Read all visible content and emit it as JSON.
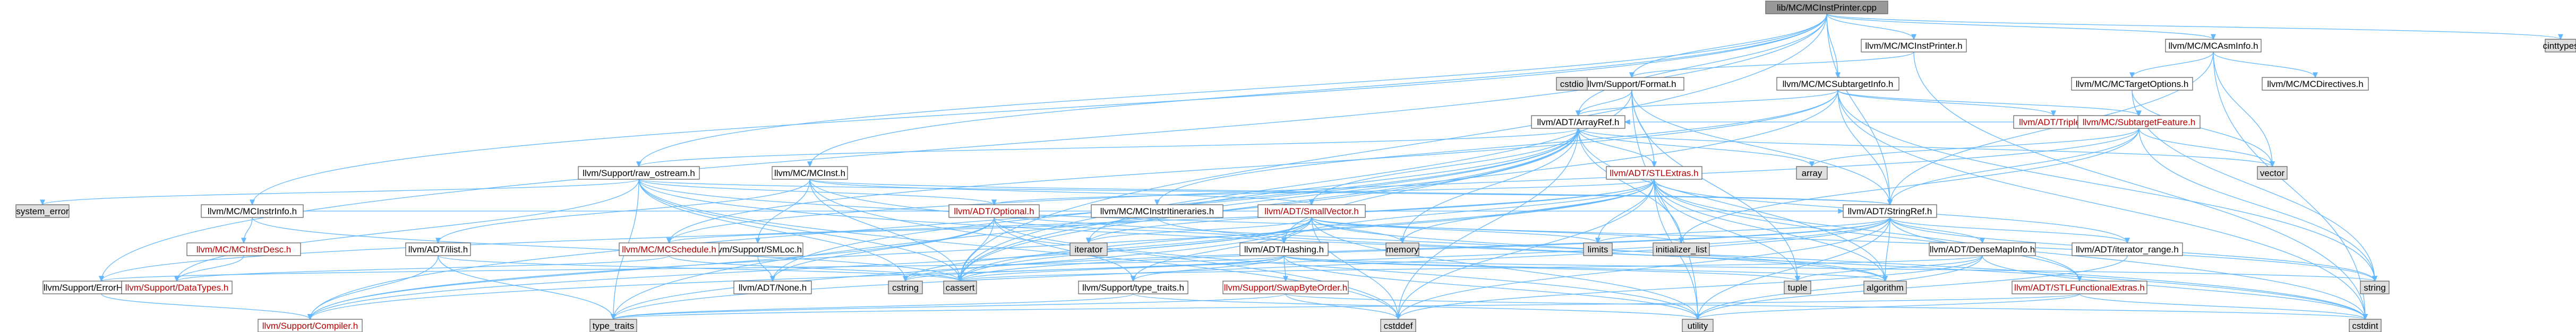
{
  "graph": {
    "colors": {
      "root_fill": "#999999",
      "red_text": "#b40000",
      "normal_fill": "#ffffff",
      "ext_fill": "#e0e0e0",
      "node_border": "#666666",
      "edge": "#63b8ff",
      "text": "#000000"
    },
    "nodes": [
      {
        "id": "root",
        "label": "lib/MC/MCInstPrinter.cpp",
        "kind": "root"
      },
      {
        "id": "cinttypes",
        "label": "cinttypes",
        "kind": "ext"
      },
      {
        "id": "mcinstprinter",
        "label": "llvm/MC/MCInstPrinter.h",
        "kind": "normal"
      },
      {
        "id": "mcasminfo",
        "label": "llvm/MC/MCAsmInfo.h",
        "kind": "normal"
      },
      {
        "id": "mcsubtargetinfo",
        "label": "llvm/MC/MCSubtargetInfo.h",
        "kind": "normal"
      },
      {
        "id": "format",
        "label": "llvm/Support/Format.h",
        "kind": "normal"
      },
      {
        "id": "mctargetoptions",
        "label": "llvm/MC/MCTargetOptions.h",
        "kind": "normal"
      },
      {
        "id": "mcdirectives",
        "label": "llvm/MC/MCDirectives.h",
        "kind": "normal"
      },
      {
        "id": "arrayref",
        "label": "llvm/ADT/ArrayRef.h",
        "kind": "normal"
      },
      {
        "id": "triple",
        "label": "llvm/ADT/Triple.h",
        "kind": "red"
      },
      {
        "id": "subtargetfeature",
        "label": "llvm/MC/SubtargetFeature.h",
        "kind": "red"
      },
      {
        "id": "cstdio",
        "label": "cstdio",
        "kind": "ext"
      },
      {
        "id": "mcinst",
        "label": "llvm/MC/MCInst.h",
        "kind": "normal"
      },
      {
        "id": "stlextras",
        "label": "llvm/ADT/STLExtras.h",
        "kind": "red"
      },
      {
        "id": "array",
        "label": "array",
        "kind": "ext"
      },
      {
        "id": "vector",
        "label": "vector",
        "kind": "ext"
      },
      {
        "id": "raw_ostream",
        "label": "llvm/Support/raw_ostream.h",
        "kind": "normal"
      },
      {
        "id": "system_error",
        "label": "system_error",
        "kind": "ext"
      },
      {
        "id": "mcinstrinfo",
        "label": "llvm/MC/MCInstrInfo.h",
        "kind": "normal"
      },
      {
        "id": "optional",
        "label": "llvm/ADT/Optional.h",
        "kind": "red"
      },
      {
        "id": "mcinstrdesc",
        "label": "llvm/MC/MCInstrDesc.h",
        "kind": "red"
      },
      {
        "id": "ilist",
        "label": "llvm/ADT/ilist.h",
        "kind": "normal"
      },
      {
        "id": "smloc",
        "label": "llvm/Support/SMLoc.h",
        "kind": "normal"
      },
      {
        "id": "mcinstritineraries",
        "label": "llvm/MC/MCInstrItineraries.h",
        "kind": "normal"
      },
      {
        "id": "smallvector",
        "label": "llvm/ADT/SmallVector.h",
        "kind": "red"
      },
      {
        "id": "stringref",
        "label": "llvm/ADT/StringRef.h",
        "kind": "normal"
      },
      {
        "id": "mcschedule",
        "label": "llvm/MC/MCSchedule.h",
        "kind": "red"
      },
      {
        "id": "none",
        "label": "llvm/ADT/None.h",
        "kind": "normal"
      },
      {
        "id": "iterator",
        "label": "iterator",
        "kind": "ext"
      },
      {
        "id": "hashing",
        "label": "llvm/ADT/Hashing.h",
        "kind": "normal"
      },
      {
        "id": "memory",
        "label": "memory",
        "kind": "ext"
      },
      {
        "id": "limits",
        "label": "limits",
        "kind": "ext"
      },
      {
        "id": "initializer_list",
        "label": "initializer_list",
        "kind": "ext"
      },
      {
        "id": "densemapinfo",
        "label": "llvm/ADT/DenseMapInfo.h",
        "kind": "normal"
      },
      {
        "id": "iterator_range",
        "label": "llvm/ADT/iterator_range.h",
        "kind": "normal"
      },
      {
        "id": "errorhandling",
        "label": "llvm/Support/ErrorHandling.h",
        "kind": "normal"
      },
      {
        "id": "datatypes",
        "label": "llvm/Support/DataTypes.h",
        "kind": "red"
      },
      {
        "id": "cstring",
        "label": "cstring",
        "kind": "ext"
      },
      {
        "id": "cassert",
        "label": "cassert",
        "kind": "ext"
      },
      {
        "id": "type_traits_llvm",
        "label": "llvm/Support/type_traits.h",
        "kind": "normal"
      },
      {
        "id": "swapbyteorder",
        "label": "llvm/Support/SwapByteOrder.h",
        "kind": "red"
      },
      {
        "id": "tuple",
        "label": "tuple",
        "kind": "ext"
      },
      {
        "id": "algorithm",
        "label": "algorithm",
        "kind": "ext"
      },
      {
        "id": "stlfunctionalextras",
        "label": "llvm/ADT/STLFunctionalExtras.h",
        "kind": "red"
      },
      {
        "id": "string",
        "label": "string",
        "kind": "ext"
      },
      {
        "id": "compiler",
        "label": "llvm/Support/Compiler.h",
        "kind": "red"
      },
      {
        "id": "type_traits",
        "label": "type_traits",
        "kind": "ext"
      },
      {
        "id": "cstddef",
        "label": "cstddef",
        "kind": "ext"
      },
      {
        "id": "utility",
        "label": "utility",
        "kind": "ext"
      },
      {
        "id": "cstdint",
        "label": "cstdint",
        "kind": "ext"
      }
    ],
    "edges": [
      [
        "root",
        "cinttypes"
      ],
      [
        "root",
        "mcinstprinter"
      ],
      [
        "root",
        "mcasminfo"
      ],
      [
        "root",
        "mcsubtargetinfo"
      ],
      [
        "root",
        "format"
      ],
      [
        "root",
        "arrayref"
      ],
      [
        "root",
        "stringref"
      ],
      [
        "root",
        "mcinst"
      ],
      [
        "root",
        "mcinstrinfo"
      ],
      [
        "root",
        "raw_ostream"
      ],
      [
        "root",
        "errorhandling"
      ],
      [
        "root",
        "cassert"
      ],
      [
        "mcinstprinter",
        "format"
      ],
      [
        "mcinstprinter",
        "cstdint"
      ],
      [
        "mcasminfo",
        "mctargetoptions"
      ],
      [
        "mcasminfo",
        "mcdirectives"
      ],
      [
        "mcasminfo",
        "vector"
      ],
      [
        "mcasminfo",
        "stringref"
      ],
      [
        "mcasminfo",
        "cstdint"
      ],
      [
        "mcsubtargetinfo",
        "arrayref"
      ],
      [
        "mcsubtargetinfo",
        "stringref"
      ],
      [
        "mcsubtargetinfo",
        "triple"
      ],
      [
        "mcsubtargetinfo",
        "subtargetfeature"
      ],
      [
        "mcsubtargetinfo",
        "mcinstritineraries"
      ],
      [
        "mcsubtargetinfo",
        "mcschedule"
      ],
      [
        "mcsubtargetinfo",
        "cassert"
      ],
      [
        "mcsubtargetinfo",
        "cstdint"
      ],
      [
        "mcsubtargetinfo",
        "string"
      ],
      [
        "mctargetoptions",
        "string"
      ],
      [
        "mctargetoptions",
        "vector"
      ],
      [
        "format",
        "arrayref"
      ],
      [
        "format",
        "stringref"
      ],
      [
        "format",
        "stlextras"
      ],
      [
        "format",
        "cassert"
      ],
      [
        "format",
        "cstdio"
      ],
      [
        "format",
        "tuple"
      ],
      [
        "format",
        "utility"
      ],
      [
        "arrayref",
        "hashing"
      ],
      [
        "arrayref",
        "none"
      ],
      [
        "arrayref",
        "smallvector"
      ],
      [
        "arrayref",
        "stlextras"
      ],
      [
        "arrayref",
        "compiler"
      ],
      [
        "arrayref",
        "algorithm"
      ],
      [
        "arrayref",
        "array"
      ],
      [
        "arrayref",
        "cassert"
      ],
      [
        "arrayref",
        "cstddef"
      ],
      [
        "arrayref",
        "initializer_list"
      ],
      [
        "arrayref",
        "iterator"
      ],
      [
        "arrayref",
        "memory"
      ],
      [
        "arrayref",
        "type_traits"
      ],
      [
        "arrayref",
        "vector"
      ],
      [
        "subtargetfeature",
        "arrayref"
      ],
      [
        "subtargetfeature",
        "stringref"
      ],
      [
        "subtargetfeature",
        "mcschedule"
      ],
      [
        "subtargetfeature",
        "array"
      ],
      [
        "subtargetfeature",
        "bitset"
      ],
      [
        "subtargetfeature",
        "initializer_list"
      ],
      [
        "subtargetfeature",
        "string"
      ],
      [
        "subtargetfeature",
        "vector"
      ],
      [
        "mcinst",
        "smallvector"
      ],
      [
        "mcinst",
        "stringref"
      ],
      [
        "mcinst",
        "smloc"
      ],
      [
        "mcinst",
        "ilist"
      ],
      [
        "mcinst",
        "cassert"
      ],
      [
        "mcinst",
        "cstddef"
      ],
      [
        "mcinst",
        "cstdint"
      ],
      [
        "stlextras",
        "hashing"
      ],
      [
        "stlextras",
        "optional"
      ],
      [
        "stlextras",
        "stlfunctionalextras"
      ],
      [
        "stlextras",
        "iterator_range"
      ],
      [
        "stlextras",
        "compiler"
      ],
      [
        "stlextras",
        "errorhandling"
      ],
      [
        "stlextras",
        "algorithm"
      ],
      [
        "stlextras",
        "cassert"
      ],
      [
        "stlextras",
        "cstddef"
      ],
      [
        "stlextras",
        "cstdint"
      ],
      [
        "stlextras",
        "initializer_list"
      ],
      [
        "stlextras",
        "limits"
      ],
      [
        "stlextras",
        "memory"
      ],
      [
        "stlextras",
        "tuple"
      ],
      [
        "stlextras",
        "utility"
      ],
      [
        "stlextras",
        "iterator"
      ],
      [
        "raw_ostream",
        "arrayref"
      ],
      [
        "raw_ostream",
        "stringref"
      ],
      [
        "raw_ostream",
        "datatypes"
      ],
      [
        "raw_ostream",
        "cassert"
      ],
      [
        "raw_ostream",
        "cstddef"
      ],
      [
        "raw_ostream",
        "cstdint"
      ],
      [
        "raw_ostream",
        "cstring"
      ],
      [
        "raw_ostream",
        "string"
      ],
      [
        "raw_ostream",
        "system_error"
      ],
      [
        "raw_ostream",
        "type_traits"
      ],
      [
        "raw_ostream",
        "optional"
      ],
      [
        "mcinstrinfo",
        "mcinstrdesc"
      ],
      [
        "mcinstrinfo",
        "stringref"
      ],
      [
        "mcinstrinfo",
        "cassert"
      ],
      [
        "mcinstrdesc",
        "datatypes"
      ],
      [
        "optional",
        "hashing"
      ],
      [
        "optional",
        "none"
      ],
      [
        "optional",
        "compiler"
      ],
      [
        "optional",
        "type_traits_llvm"
      ],
      [
        "optional",
        "cassert"
      ],
      [
        "optional",
        "new"
      ],
      [
        "optional",
        "utility"
      ],
      [
        "ilist",
        "compiler"
      ],
      [
        "ilist",
        "cassert"
      ],
      [
        "ilist",
        "type_traits"
      ],
      [
        "smloc",
        "none"
      ],
      [
        "mcinstritineraries",
        "mcschedule"
      ],
      [
        "mcinstritineraries",
        "algorithm"
      ],
      [
        "smallvector",
        "compiler"
      ],
      [
        "smallvector",
        "type_traits_llvm"
      ],
      [
        "smallvector",
        "algorithm"
      ],
      [
        "smallvector",
        "cassert"
      ],
      [
        "smallvector",
        "cstddef"
      ],
      [
        "smallvector",
        "cstdlib"
      ],
      [
        "smallvector",
        "cstring"
      ],
      [
        "smallvector",
        "initializer_list"
      ],
      [
        "smallvector",
        "iterator"
      ],
      [
        "smallvector",
        "limits"
      ],
      [
        "smallvector",
        "memory"
      ],
      [
        "smallvector",
        "new"
      ],
      [
        "smallvector",
        "type_traits"
      ],
      [
        "smallvector",
        "utility"
      ],
      [
        "stringref",
        "densemapinfo"
      ],
      [
        "stringref",
        "stlfunctionalextras"
      ],
      [
        "stringref",
        "iterator_range"
      ],
      [
        "stringref",
        "compiler"
      ],
      [
        "stringref",
        "algorithm"
      ],
      [
        "stringref",
        "cassert"
      ],
      [
        "stringref",
        "cstddef"
      ],
      [
        "stringref",
        "cstring"
      ],
      [
        "stringref",
        "limits"
      ],
      [
        "stringref",
        "string"
      ],
      [
        "stringref",
        "type_traits"
      ],
      [
        "stringref",
        "utility"
      ],
      [
        "mcschedule",
        "datatypes"
      ],
      [
        "mcschedule",
        "cassert"
      ],
      [
        "hashing",
        "errorhandling"
      ],
      [
        "hashing",
        "swapbyteorder"
      ],
      [
        "hashing",
        "type_traits_llvm"
      ],
      [
        "hashing",
        "algorithm"
      ],
      [
        "hashing",
        "cassert"
      ],
      [
        "hashing",
        "cstring"
      ],
      [
        "hashing",
        "string"
      ],
      [
        "hashing",
        "tuple"
      ],
      [
        "hashing",
        "utility"
      ],
      [
        "densemapinfo",
        "cassert"
      ],
      [
        "densemapinfo",
        "cstddef"
      ],
      [
        "densemapinfo",
        "cstdint"
      ],
      [
        "densemapinfo",
        "tuple"
      ],
      [
        "densemapinfo",
        "utility"
      ],
      [
        "iterator_range",
        "utility"
      ],
      [
        "errorhandling",
        "compiler"
      ],
      [
        "type_traits_llvm",
        "type_traits"
      ],
      [
        "type_traits_llvm",
        "utility"
      ],
      [
        "swapbyteorder",
        "cstddef"
      ],
      [
        "swapbyteorder",
        "cstdint"
      ],
      [
        "swapbyteorder",
        "type_traits"
      ],
      [
        "stlfunctionalextras",
        "type_traits"
      ],
      [
        "stlfunctionalextras",
        "utility"
      ],
      [
        "stlfunctionalextras",
        "cstdint"
      ]
    ]
  }
}
